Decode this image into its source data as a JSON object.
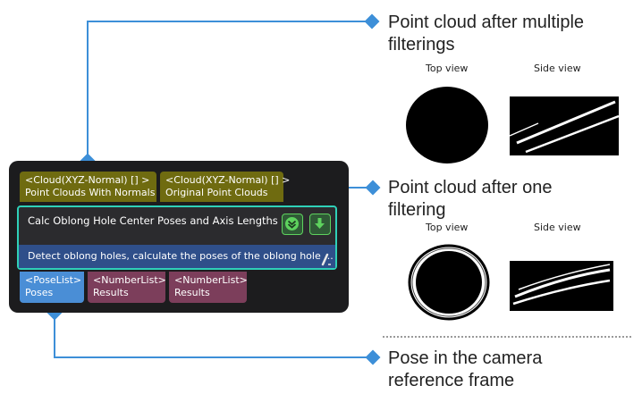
{
  "node": {
    "inputs": [
      {
        "type": "<Cloud(XYZ-Normal) [] >",
        "label": "Point Clouds With Normals"
      },
      {
        "type": "<Cloud(XYZ-Normal) [] >",
        "label": "Original Point Clouds"
      }
    ],
    "title": "Calc Oblong Hole Center Poses and Axis Lengths (1)",
    "description": "Detect oblong holes, calculate the poses of the oblong hole ...",
    "outputs": [
      {
        "type": "<PoseList>",
        "label": "Poses"
      },
      {
        "type": "<NumberList>",
        "label": "Results"
      },
      {
        "type": "<NumberList>",
        "label": "Results"
      }
    ]
  },
  "annotations": {
    "multiple": {
      "line1": "Point cloud after multiple",
      "line2": "filterings",
      "top_view": "Top view",
      "side_view": "Side view"
    },
    "one": {
      "line1": "Point cloud after one",
      "line2": "filtering",
      "top_view": "Top view",
      "side_view": "Side view"
    },
    "pose": {
      "line1": "Pose in the camera",
      "line2": "reference frame"
    }
  },
  "colors": {
    "connector": "#3d8fd8",
    "node_bg": "#1c1c1e",
    "input_port": "#6f6b10",
    "pose_port": "#4a8ed6",
    "number_port": "#7c3e5b",
    "highlight": "#2fd0b8"
  },
  "icons": [
    "expand-down-icon",
    "download-arrow-icon",
    "edit-pencil-icon"
  ]
}
